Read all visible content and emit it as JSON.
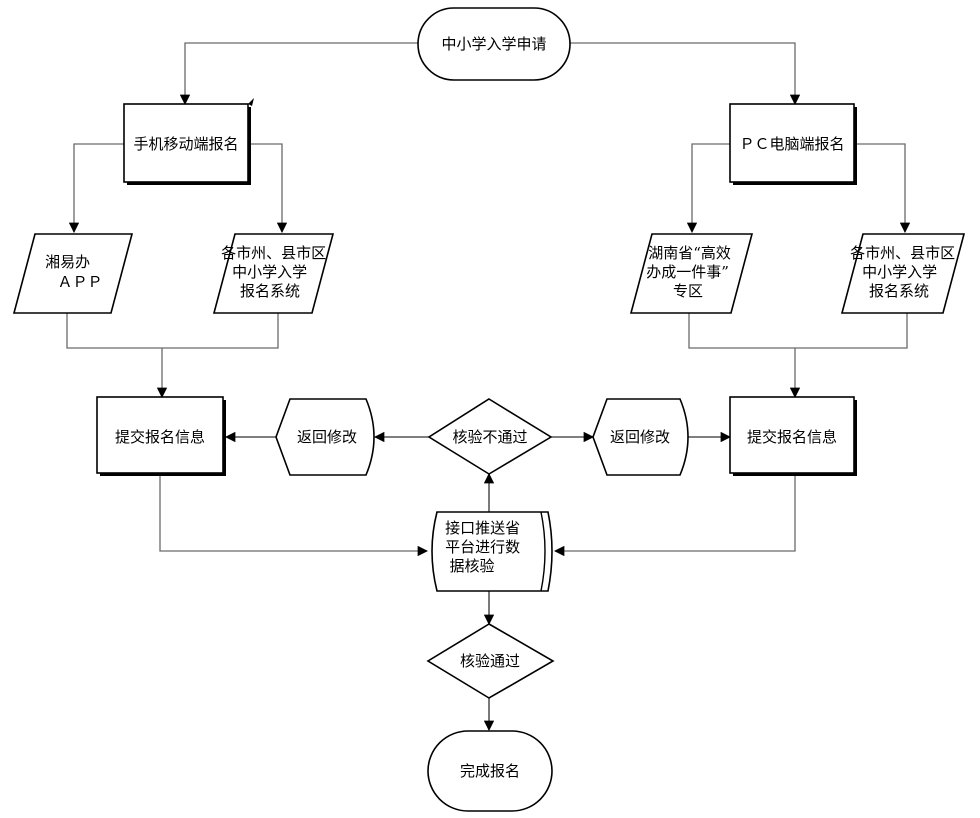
{
  "nodes": {
    "start": "中小学入学申请",
    "mobile": "手机移动端报名",
    "pc": "ＰＣ电脑端报名",
    "xiangyiban": [
      "湘易办",
      "ＡＰＰ"
    ],
    "left_system": [
      "各市州、县市区",
      "中小学入学",
      "报名系统"
    ],
    "hunan_zone": [
      "湖南省“高效",
      "办成一件事”",
      "专区"
    ],
    "right_system": [
      "各市州、县市区",
      "中小学入学",
      "报名系统"
    ],
    "submit_left": "提交报名信息",
    "submit_right": "提交报名信息",
    "return_left": "返回修改",
    "return_right": "返回修改",
    "verify_fail": "核验不通过",
    "push_check": [
      "接口推送省",
      "平台进行数",
      "据核验"
    ],
    "verify_pass": "核验通过",
    "complete": "完成报名"
  }
}
